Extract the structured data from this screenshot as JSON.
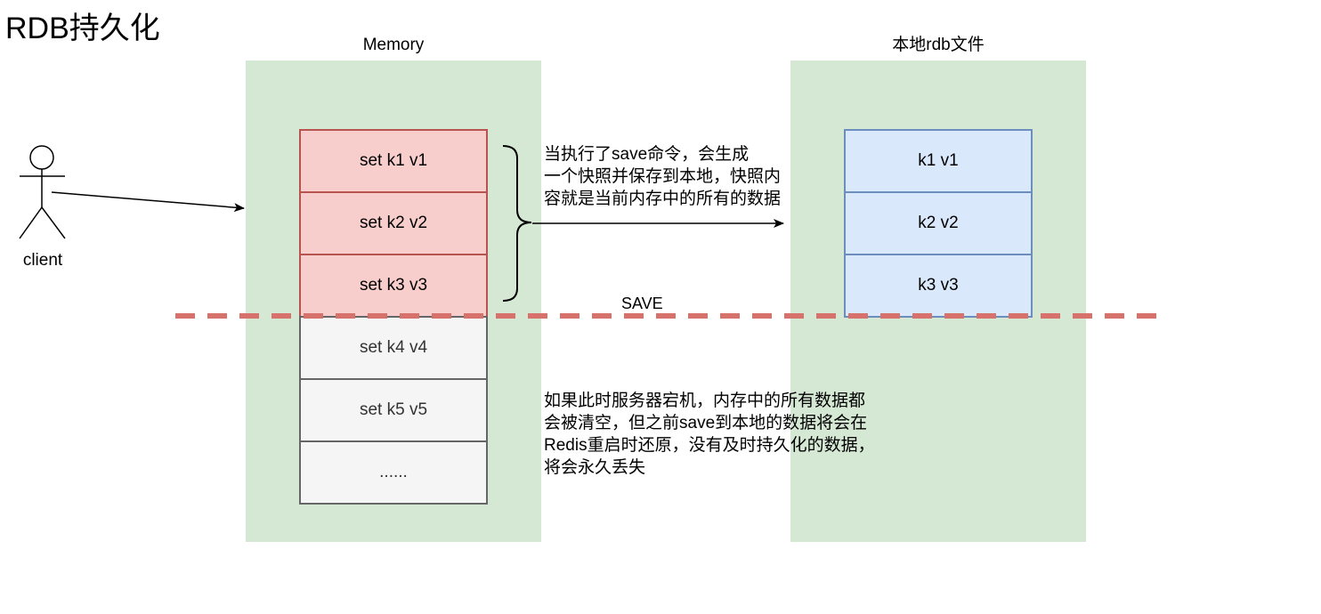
{
  "title": "RDB持久化",
  "memory": {
    "label": "Memory",
    "saved_commands": [
      "set k1 v1",
      "set k2 v2",
      "set k3 v3"
    ],
    "unsaved_commands": [
      "set k4 v4",
      "set k5 v5",
      "......"
    ]
  },
  "rdb_file": {
    "label": "本地rdb文件",
    "entries": [
      "k1 v1",
      "k2 v2",
      "k3 v3"
    ]
  },
  "client": {
    "label": "client",
    "icon": "stick-figure-actor-icon"
  },
  "save_line_label": "SAVE",
  "notes": {
    "save_note": "当执行了save命令，会生成\n一个快照并保存到本地，快照内\n容就是当前内存中的所有的数据",
    "crash_note": "如果此时服务器宕机，内存中的所有数据都\n会被清空，但之前save到本地的数据将会在\nRedis重启时还原，没有及时持久化的数据，\n将会永久丢失"
  },
  "colors": {
    "panel_fill": "#d5e8d4",
    "saved_cell_fill": "#f8cecc",
    "saved_cell_border": "#b85450",
    "file_cell_fill": "#dae8fc",
    "file_cell_border": "#6c8ebf",
    "unsaved_cell_fill": "#f5f5f5",
    "unsaved_cell_border": "#666666",
    "save_line": "#d6716b"
  }
}
